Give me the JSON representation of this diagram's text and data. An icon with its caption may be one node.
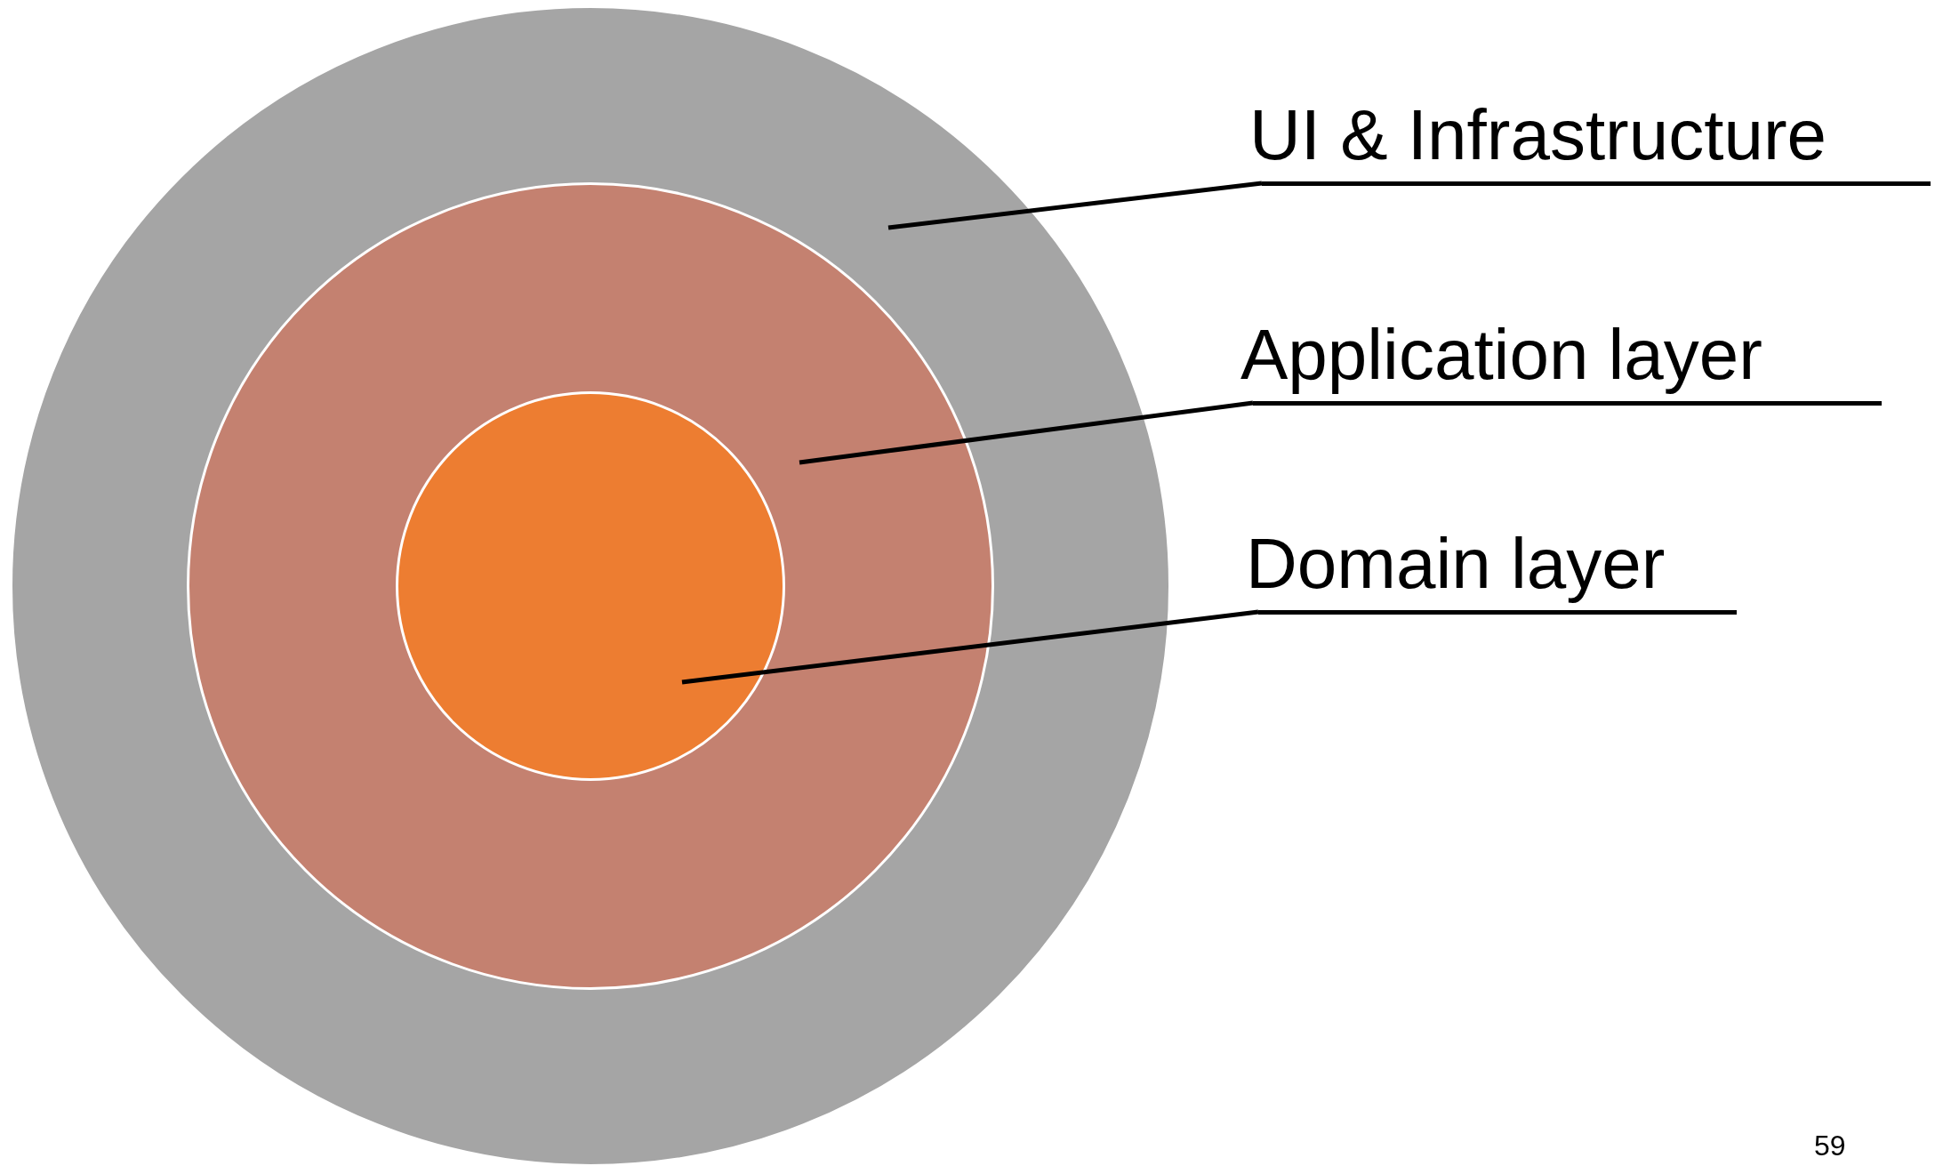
{
  "diagram": {
    "nodes": [
      {
        "text": [],
        "shape": "circle"
      },
      {
        "text": [],
        "shape": "circle",
        "in": 0
      },
      {
        "text": [],
        "shape": "circle",
        "in": 1
      },
      {
        "text": [
          "UI & Infrastructure"
        ]
      },
      {
        "text": [
          "Application layer"
        ]
      },
      {
        "text": [
          "Domain layer"
        ]
      }
    ],
    "edges": [
      {
        "from": 3,
        "to": 0,
        "arrow": "none"
      },
      {
        "from": 4,
        "to": 1,
        "arrow": "none"
      },
      {
        "from": 5,
        "to": 2,
        "arrow": "none"
      }
    ],
    "labels": [
      "59"
    ]
  }
}
